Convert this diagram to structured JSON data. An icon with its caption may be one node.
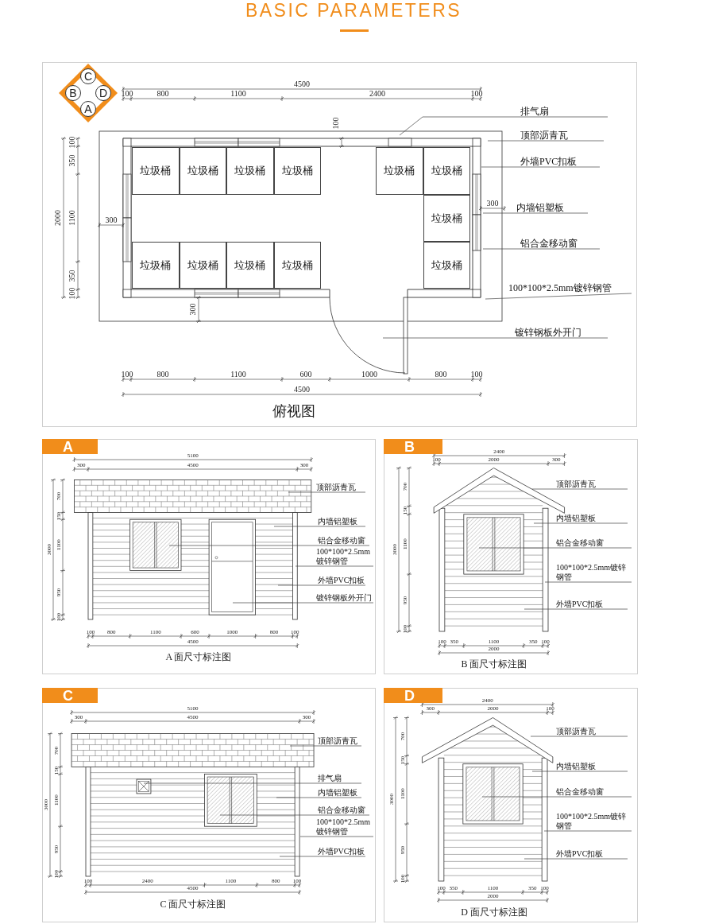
{
  "diagram": {
    "title": "BASIC PARAMETERS",
    "nodes": [
      {
        "text": [
          "俯视图"
        ]
      },
      {
        "text": [],
        "shape": "diamond",
        "in": 0
      },
      {
        "text": [
          "C"
        ],
        "in": 1
      },
      {
        "text": [
          "B"
        ],
        "in": 1
      },
      {
        "text": [
          "D"
        ],
        "in": 1
      },
      {
        "text": [
          "A"
        ],
        "in": 1
      },
      {
        "text": [
          "垃圾桶"
        ],
        "in": 0
      },
      {
        "text": [
          "垃圾桶"
        ],
        "in": 0
      },
      {
        "text": [
          "垃圾桶"
        ],
        "in": 0
      },
      {
        "text": [
          "垃圾桶"
        ],
        "in": 0
      },
      {
        "text": [
          "垃圾桶"
        ],
        "in": 0
      },
      {
        "text": [
          "垃圾桶"
        ],
        "in": 0
      },
      {
        "text": [
          "垃圾桶"
        ],
        "in": 0
      },
      {
        "text": [
          "垃圾桶"
        ],
        "in": 0
      },
      {
        "text": [
          "垃圾桶"
        ],
        "in": 0
      },
      {
        "text": [
          "垃圾桶"
        ],
        "in": 0
      },
      {
        "text": [
          "垃圾桶"
        ],
        "in": 0
      },
      {
        "text": [
          "垃圾桶"
        ],
        "in": 0
      },
      {
        "text": [
          "排气扇"
        ],
        "in": 0
      },
      {
        "text": [
          "顶部沥青瓦"
        ],
        "in": 0
      },
      {
        "text": [
          "外墙PVC扣板"
        ],
        "in": 0
      },
      {
        "text": [
          "内墙铝塑板"
        ],
        "in": 0
      },
      {
        "text": [
          "铝合金移动窗"
        ],
        "in": 0
      },
      {
        "text": [
          "100*100*2.5mm镀锌钢管"
        ],
        "in": 0
      },
      {
        "text": [
          "镀锌钢板外开门"
        ],
        "in": 0
      },
      {
        "text": [
          "A",
          "A 面尺寸标注图"
        ]
      },
      {
        "text": [
          "顶部沥青瓦"
        ],
        "in": 25
      },
      {
        "text": [
          "内墙铝塑板"
        ],
        "in": 25
      },
      {
        "text": [
          "铝合金移动窗"
        ],
        "in": 25
      },
      {
        "text": [
          "100*100*2.5mm镀锌钢管"
        ],
        "in": 25
      },
      {
        "text": [
          "外墙PVC扣板"
        ],
        "in": 25
      },
      {
        "text": [
          "镀锌钢板外开门"
        ],
        "in": 25
      },
      {
        "text": [
          "B",
          "B 面尺寸标注图"
        ]
      },
      {
        "text": [
          "顶部沥青瓦"
        ],
        "in": 32
      },
      {
        "text": [
          "内墙铝塑板"
        ],
        "in": 32
      },
      {
        "text": [
          "铝合金移动窗"
        ],
        "in": 32
      },
      {
        "text": [
          "100*100*2.5mm镀锌钢管"
        ],
        "in": 32
      },
      {
        "text": [
          "外墙PVC扣板"
        ],
        "in": 32
      },
      {
        "text": [
          "C",
          "C 面尺寸标注图"
        ]
      },
      {
        "text": [
          "顶部沥青瓦"
        ],
        "in": 38
      },
      {
        "text": [
          "排气扇"
        ],
        "in": 38
      },
      {
        "text": [
          "内墙铝塑板"
        ],
        "in": 38
      },
      {
        "text": [
          "铝合金移动窗"
        ],
        "in": 38
      },
      {
        "text": [
          "100*100*2.5mm镀锌钢管"
        ],
        "in": 38
      },
      {
        "text": [
          "外墙PVC扣板"
        ],
        "in": 38
      },
      {
        "text": [
          "D",
          "D 面尺寸标注图"
        ]
      },
      {
        "text": [
          "顶部沥青瓦"
        ],
        "in": 45
      },
      {
        "text": [
          "内墙铝塑板"
        ],
        "in": 45
      },
      {
        "text": [
          "铝合金移动窗"
        ],
        "in": 45
      },
      {
        "text": [
          "100*100*2.5mm镀锌钢管"
        ],
        "in": 45
      },
      {
        "text": [
          "外墙PVC扣板"
        ],
        "in": 45
      }
    ],
    "edges": [
      {
        "from": 18,
        "to": null,
        "arrow": "none"
      },
      {
        "from": 19,
        "to": null,
        "arrow": "none"
      },
      {
        "from": 20,
        "to": null,
        "arrow": "none"
      },
      {
        "from": 21,
        "to": null,
        "arrow": "none"
      },
      {
        "from": 22,
        "to": null,
        "arrow": "none"
      },
      {
        "from": 23,
        "to": null,
        "arrow": "none"
      },
      {
        "from": 24,
        "to": null,
        "arrow": "none"
      },
      {
        "from": 26,
        "to": null,
        "arrow": "none"
      },
      {
        "from": 27,
        "to": null,
        "arrow": "none"
      },
      {
        "from": 28,
        "to": null,
        "arrow": "none"
      },
      {
        "from": 29,
        "to": null,
        "arrow": "none"
      },
      {
        "from": 30,
        "to": null,
        "arrow": "none"
      },
      {
        "from": 31,
        "to": null,
        "arrow": "none"
      },
      {
        "from": 33,
        "to": null,
        "arrow": "none"
      },
      {
        "from": 34,
        "to": null,
        "arrow": "none"
      },
      {
        "from": 35,
        "to": null,
        "arrow": "none"
      },
      {
        "from": 36,
        "to": null,
        "arrow": "none"
      },
      {
        "from": 37,
        "to": null,
        "arrow": "none"
      },
      {
        "from": 39,
        "to": null,
        "arrow": "none"
      },
      {
        "from": 40,
        "to": null,
        "arrow": "none"
      },
      {
        "from": 41,
        "to": null,
        "arrow": "none"
      },
      {
        "from": 42,
        "to": null,
        "arrow": "none"
      },
      {
        "from": 43,
        "to": null,
        "arrow": "none"
      },
      {
        "from": 44,
        "to": null,
        "arrow": "none"
      },
      {
        "from": 46,
        "to": null,
        "arrow": "none"
      },
      {
        "from": 47,
        "to": null,
        "arrow": "none"
      },
      {
        "from": 48,
        "to": null,
        "arrow": "none"
      },
      {
        "from": 49,
        "to": null,
        "arrow": "none"
      },
      {
        "from": 50,
        "to": null,
        "arrow": "none"
      }
    ],
    "labels": [
      "4500",
      "100",
      "800",
      "1100",
      "2400",
      "100",
      "100",
      "2000",
      "100",
      "350",
      "1100",
      "350",
      "100",
      "300",
      "300",
      "300",
      "100",
      "800",
      "1100",
      "600",
      "1000",
      "800",
      "100",
      "4500",
      "5100",
      "300",
      "4500",
      "300",
      "3000",
      "700",
      "150",
      "1100",
      "950",
      "100",
      "100",
      "800",
      "1100",
      "600",
      "1000",
      "800",
      "100",
      "4500",
      "2400",
      "100",
      "2000",
      "300",
      "3000",
      "700",
      "150",
      "1100",
      "950",
      "100",
      "100",
      "350",
      "1100",
      "350",
      "100",
      "2000",
      "5100",
      "300",
      "4500",
      "300",
      "3000",
      "700",
      "150",
      "1100",
      "950",
      "100",
      "100",
      "2400",
      "1100",
      "800",
      "100",
      "4500",
      "2400",
      "300",
      "2000",
      "100",
      "3000",
      "700",
      "150",
      "1100",
      "950",
      "100",
      "100",
      "350",
      "1100",
      "350",
      "100",
      "2000"
    ]
  }
}
